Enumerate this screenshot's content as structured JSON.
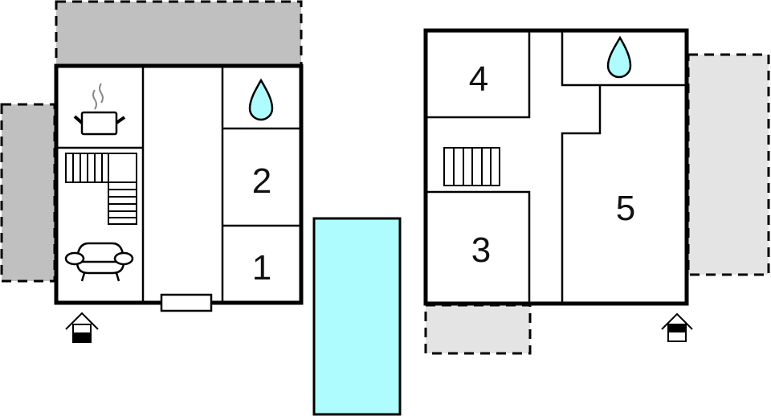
{
  "colors": {
    "water": "#aefcfd",
    "terrace_dark": "#c0c0c0",
    "terrace_light": "#e4e4e4",
    "wall": "#000000",
    "background": "#ffffff"
  },
  "left_building": {
    "rooms": [
      {
        "id": "kitchen",
        "icon": "cooking-pot-icon"
      },
      {
        "id": "stairs",
        "icon": "l-shaped-stairs-icon"
      },
      {
        "id": "living",
        "icon": "sofa-icon"
      },
      {
        "id": "hall",
        "label": ""
      },
      {
        "id": "bathroom",
        "icon": "water-drop-icon"
      },
      {
        "id": "bedroom-2",
        "label": "2"
      },
      {
        "id": "bedroom-1",
        "label": "1"
      }
    ],
    "entrance_icon": "entrance-house-icon"
  },
  "right_building": {
    "rooms": [
      {
        "id": "bedroom-4",
        "label": "4"
      },
      {
        "id": "bathroom",
        "icon": "water-drop-icon"
      },
      {
        "id": "stairs",
        "icon": "straight-stairs-icon"
      },
      {
        "id": "bedroom-3",
        "label": "3"
      },
      {
        "id": "bedroom-5",
        "label": "5"
      }
    ],
    "entrance_icon": "entrance-house-icon"
  },
  "pool": {
    "label": ""
  },
  "terraces": [
    "top-left-terrace",
    "left-terrace",
    "right-terrace",
    "bottom-terrace"
  ]
}
